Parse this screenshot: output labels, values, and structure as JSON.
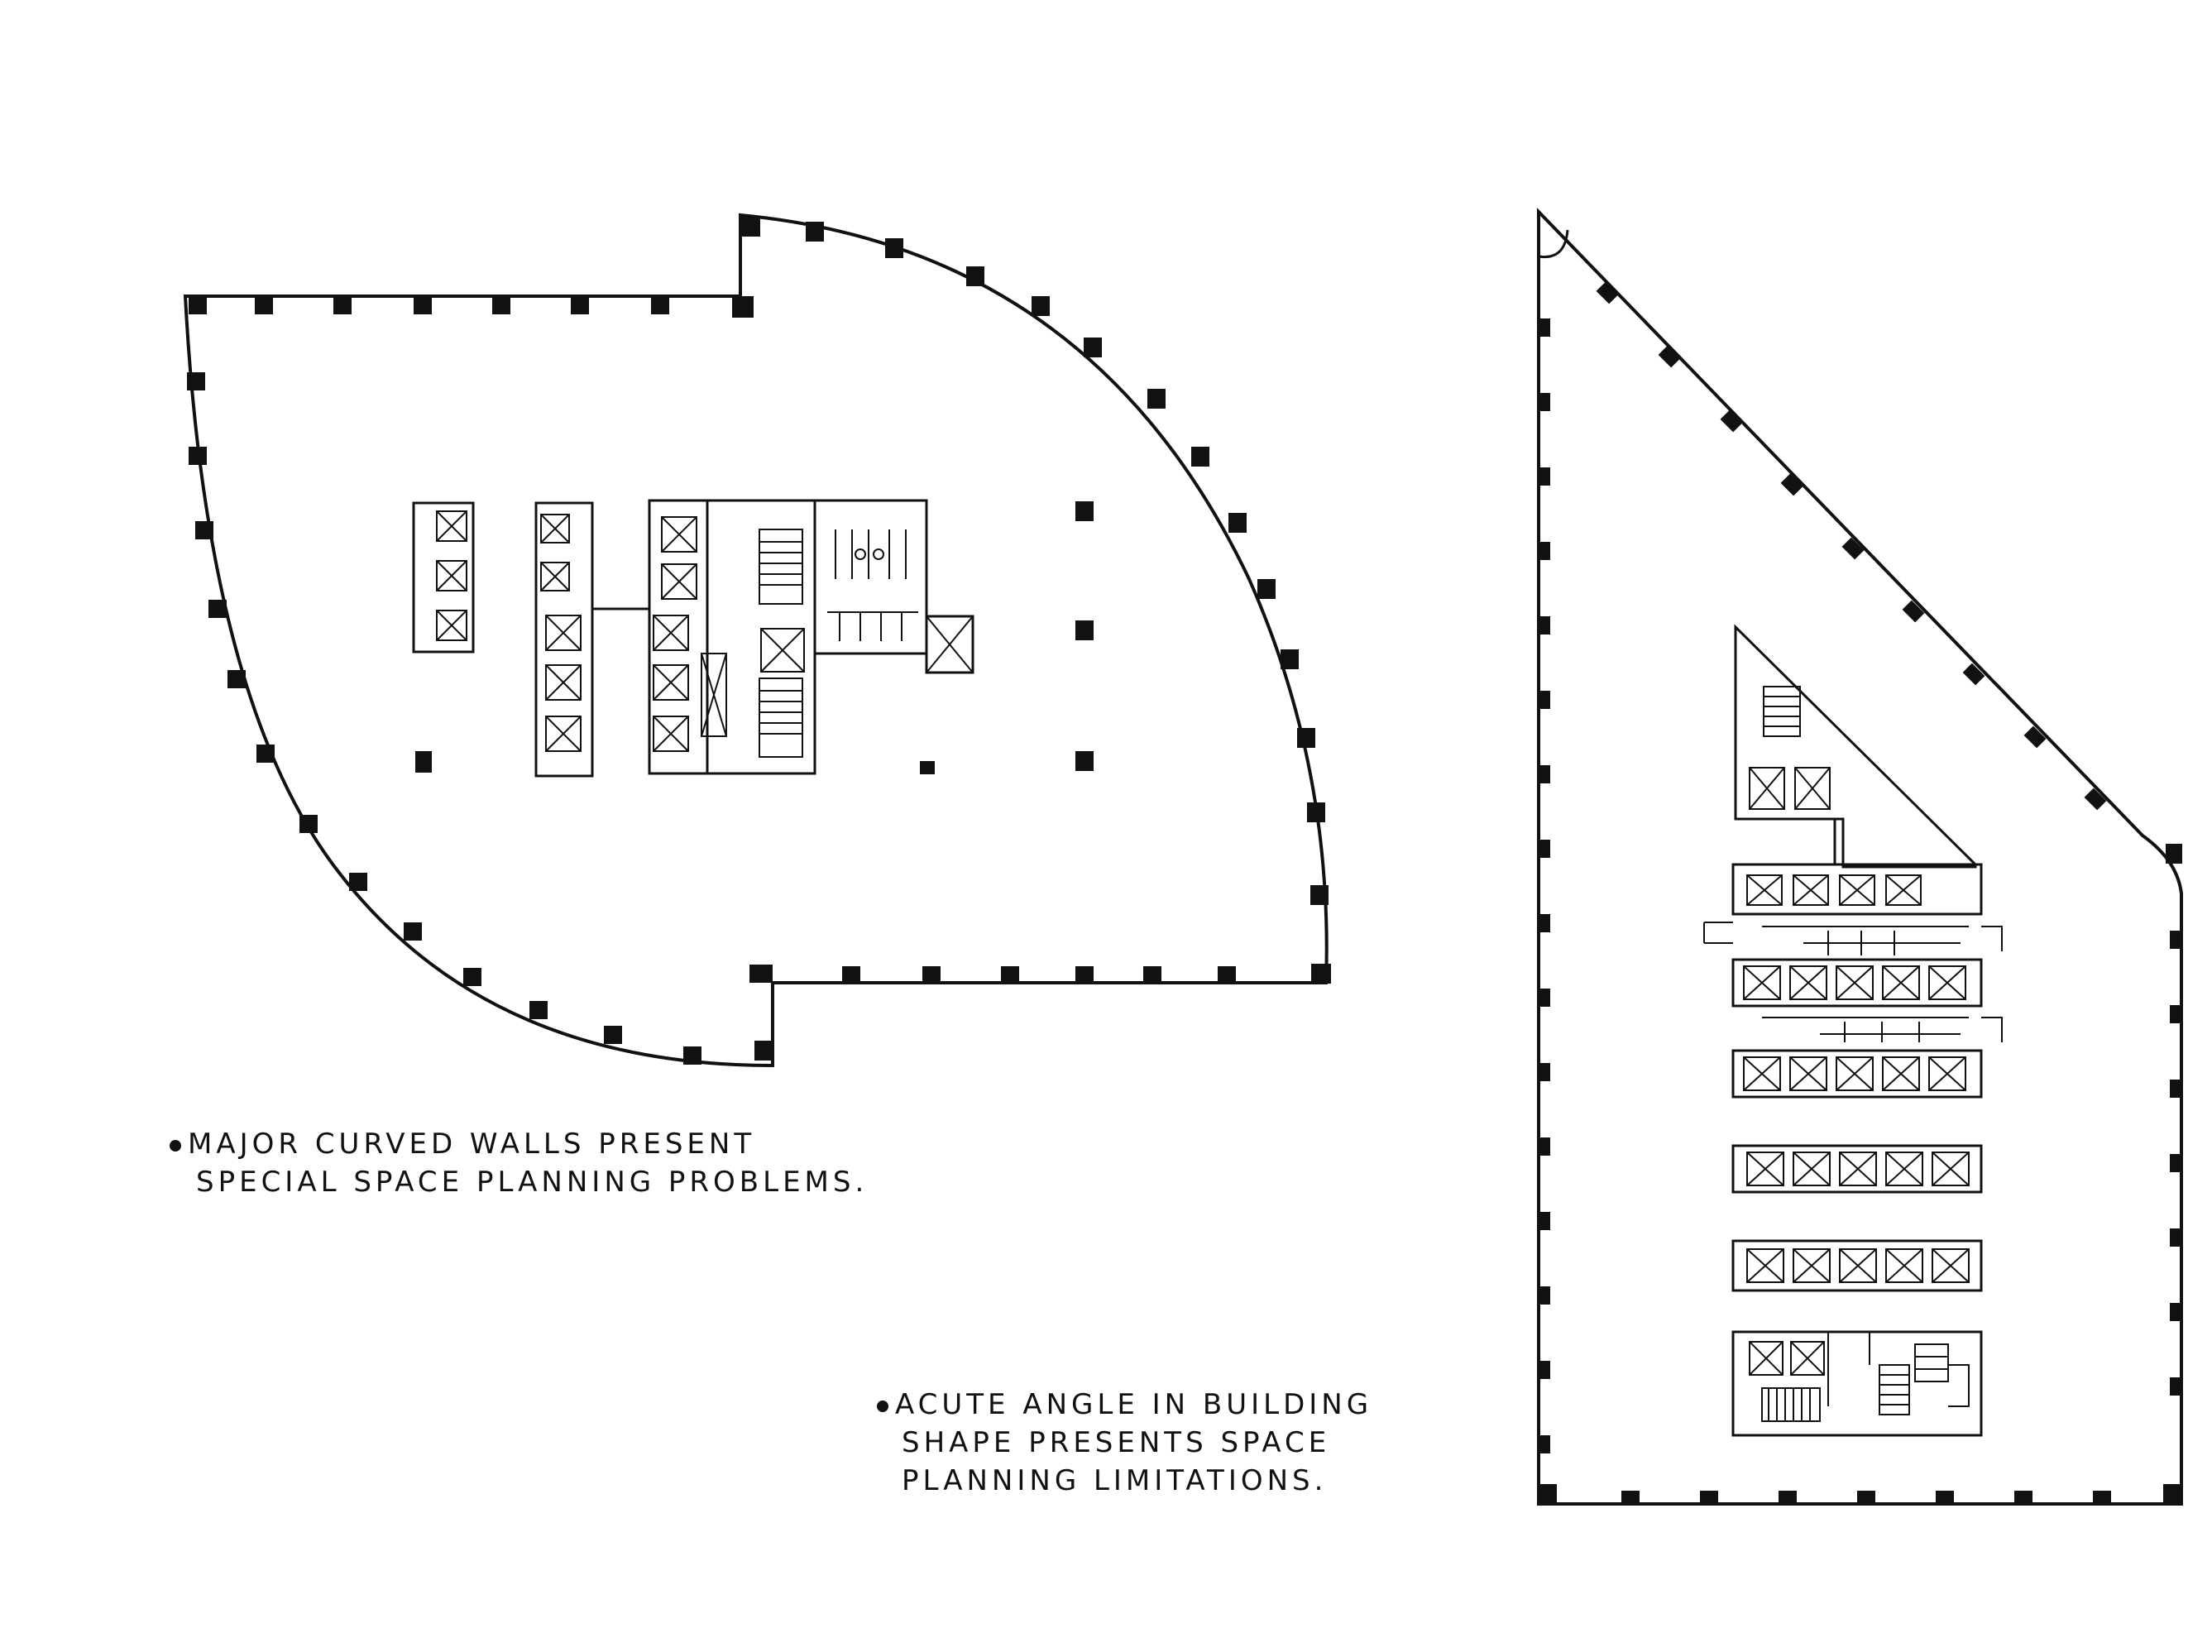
{
  "notes": {
    "curved": {
      "line1": "MAJOR CURVED WALLS PRESENT",
      "line2": "SPECIAL SPACE PLANNING PROBLEMS."
    },
    "acute": {
      "line1": "ACUTE ANGLE IN BUILDING",
      "line2": "SHAPE PRESENTS SPACE",
      "line3": "PLANNING LIMITATIONS."
    }
  },
  "colors": {
    "ink": "#111111",
    "paper": "#ffffff"
  }
}
